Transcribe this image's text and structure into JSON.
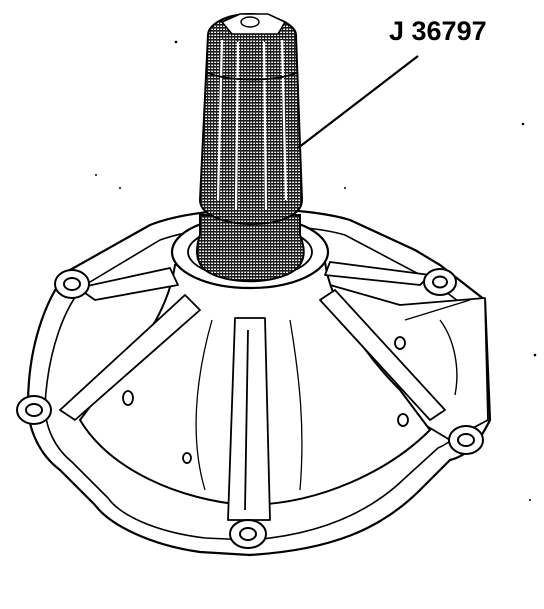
{
  "diagram": {
    "callout": {
      "label": "J 36797"
    },
    "colors": {
      "ink": "#000000",
      "paper": "#ffffff",
      "tool_shade": "#5a5a5a"
    },
    "parts": {
      "tool": "j36797-tool",
      "housing": "cover-housing"
    }
  }
}
